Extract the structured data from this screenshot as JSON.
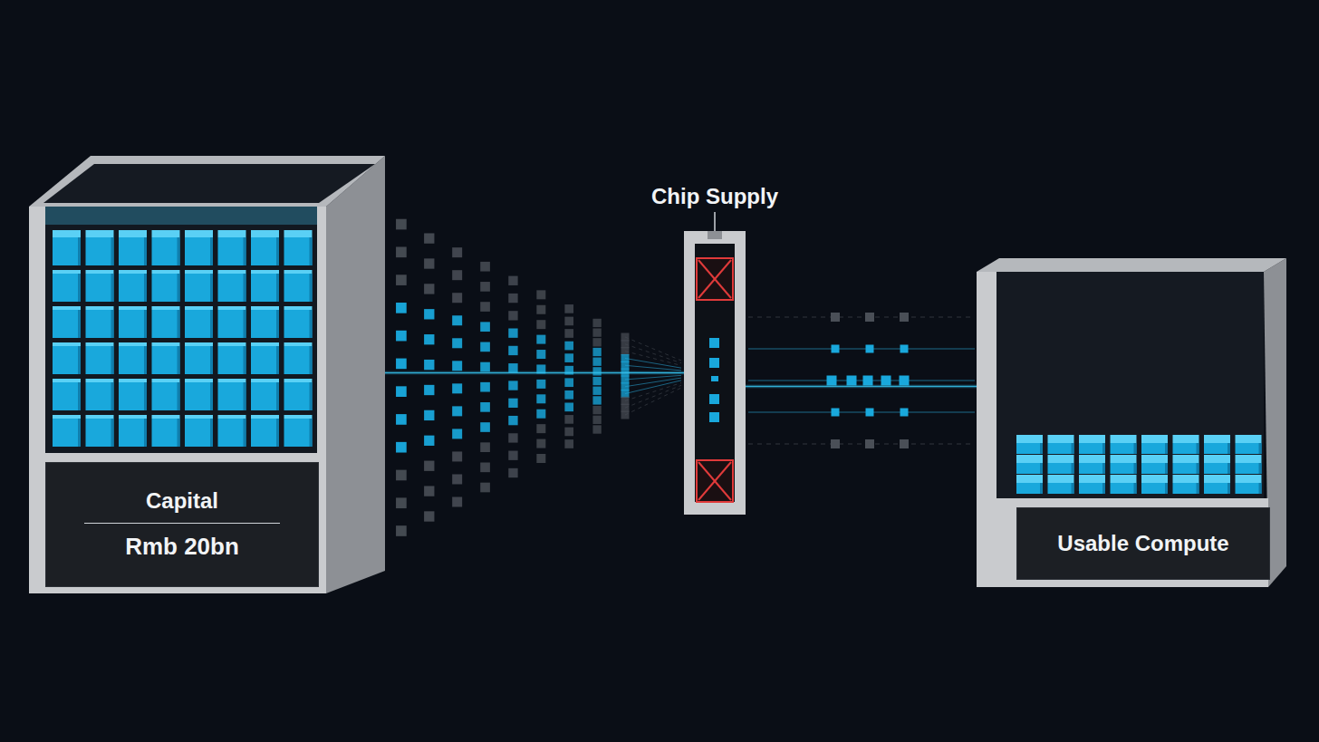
{
  "diagram": {
    "nodes": [
      {
        "text": [
          "Capital",
          "Rmb 20bn"
        ]
      },
      {
        "text": [
          "Chip Supply"
        ]
      },
      {
        "text": [
          "Usable Compute"
        ]
      }
    ],
    "edges": [
      {
        "from": 0,
        "to": 1,
        "arrow": "none"
      },
      {
        "from": 1,
        "to": 2,
        "arrow": "none"
      }
    ]
  }
}
